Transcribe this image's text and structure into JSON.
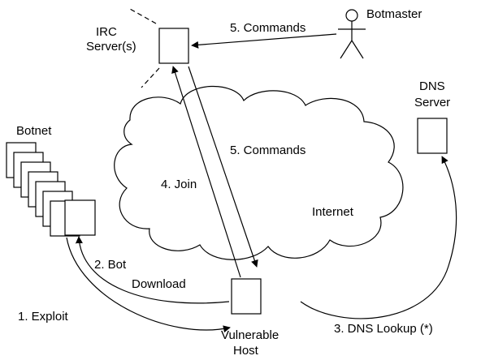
{
  "labels": {
    "irc_server_line1": "IRC",
    "irc_server_line2": "Server(s)",
    "botmaster": "Botmaster",
    "dns_server_line1": "DNS",
    "dns_server_line2": "Server",
    "botnet": "Botnet",
    "internet": "Internet",
    "vulnerable_host_line1": "Vulnerable",
    "vulnerable_host_line2": "Host"
  },
  "steps": {
    "exploit": "1. Exploit",
    "bot_download_line1": "2. Bot",
    "bot_download_line2": "Download",
    "dns_lookup": "3. DNS Lookup (*)",
    "join": "4. Join",
    "commands_top": "5. Commands",
    "commands_mid": "5. Commands"
  }
}
